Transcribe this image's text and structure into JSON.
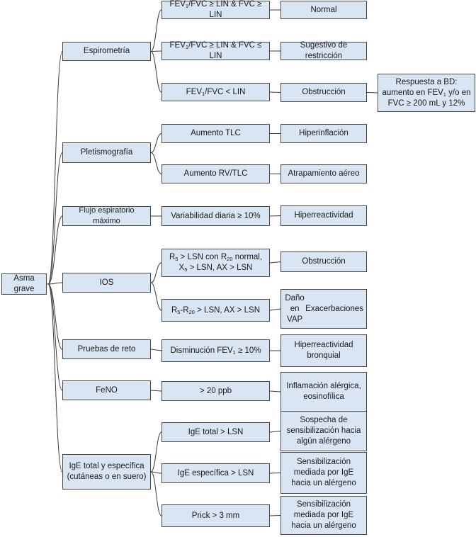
{
  "root": {
    "label": "Asma grave"
  },
  "categories": [
    {
      "label": "Espirometría",
      "branches": [
        {
          "test_parts": [
            "FEV",
            "1",
            "/FVC ≥ LIN & FVC ≥ LIN"
          ],
          "result_lines": [
            "Normal"
          ]
        },
        {
          "test_parts": [
            "FEV",
            "1",
            "/FVC ≥ LIN & FVC ≤ LIN"
          ],
          "result_lines": [
            "Sugestivo de restricción"
          ]
        },
        {
          "test_parts": [
            "FEV",
            "1",
            "/FVC < LIN"
          ],
          "result_lines": [
            "Obstrucción"
          ],
          "extra_parts": [
            "Respuesta a BD: aumento en FEV",
            "1",
            " y/o en FVC ≥ 200 mL y 12%"
          ]
        }
      ]
    },
    {
      "label": "Pletismografía",
      "branches": [
        {
          "test_parts": [
            "Aumento TLC"
          ],
          "result_lines": [
            "Hiperinflación"
          ]
        },
        {
          "test_parts": [
            "Aumento RV/TLC"
          ],
          "result_lines": [
            "Atrapamiento aéreo"
          ]
        }
      ]
    },
    {
      "label": "Flujo espiratorio máximo",
      "branches": [
        {
          "test_parts": [
            "Variabilidad diaria ≥ 10%"
          ],
          "result_lines": [
            "Hiperreactividad"
          ]
        }
      ]
    },
    {
      "label": "IOS",
      "branches": [
        {
          "test_parts": [
            "R",
            "5",
            " > LSN con R",
            "20",
            " normal, X",
            "5",
            " > LSN, AX > LSN"
          ],
          "result_lines": [
            "Obstrucción"
          ]
        },
        {
          "test_parts": [
            "R",
            "5",
            "-R",
            "20",
            " > LSN, AX > LSN"
          ],
          "result_lines": [
            "Daño en VAP",
            "Exacerbaciones"
          ]
        }
      ]
    },
    {
      "label": "Pruebas de reto",
      "branches": [
        {
          "test_parts": [
            "Disminución FEV",
            "1",
            " ≥ 10%"
          ],
          "result_lines": [
            "Hiperreactividad bronquial"
          ]
        }
      ]
    },
    {
      "label": "FeNO",
      "branches": [
        {
          "test_parts": [
            "> 20 ppb"
          ],
          "result_lines": [
            "Inflamación alérgica, eosinofílica"
          ]
        }
      ]
    },
    {
      "label": "IgE total y específica (cutáneas o en suero)",
      "branches": [
        {
          "test_parts": [
            "IgE total > LSN"
          ],
          "result_lines": [
            "Sospecha de sensibilización hacia algún alérgeno"
          ]
        },
        {
          "test_parts": [
            "IgE específica > LSN"
          ],
          "result_lines": [
            "Sensibilización mediada por IgE hacia un alérgeno"
          ]
        },
        {
          "test_parts": [
            "Prick > 3 mm"
          ],
          "result_lines": [
            "Sensibilización mediada por IgE hacia un alérgeno"
          ]
        }
      ]
    }
  ],
  "colors": {
    "box_fill": "#d9e5f3",
    "box_border": "#4a4a4a",
    "line": "#3a3a3a"
  }
}
